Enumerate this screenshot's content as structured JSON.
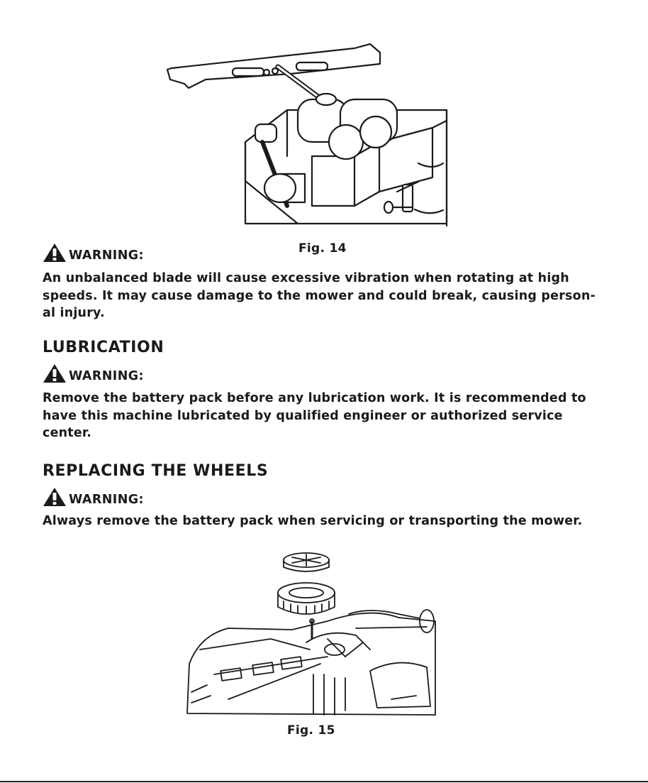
{
  "figures": [
    {
      "caption": "Fig. 14",
      "icon": "blade-balancing-illustration"
    },
    {
      "caption": "Fig. 15",
      "icon": "wheel-removal-illustration"
    }
  ],
  "warning_icon": "warning-triangle-icon",
  "blocks": {
    "warning1": {
      "label": "WARNING:",
      "text": "An unbalanced blade will cause excessive vibration when rotating at high\nspeeds. It may cause damage to the mower and could break, causing person-\nal injury."
    },
    "lubrication": {
      "heading": "LUBRICATION",
      "label": "WARNING:",
      "text": "Remove the battery pack before any lubrication work. It is recommended to\nhave this machine lubricated by qualified engineer or authorized service\ncenter."
    },
    "wheels": {
      "heading": "REPLACING THE WHEELS",
      "label": "WARNING:",
      "text": "Always remove the battery pack when servicing or transporting the mower."
    }
  }
}
